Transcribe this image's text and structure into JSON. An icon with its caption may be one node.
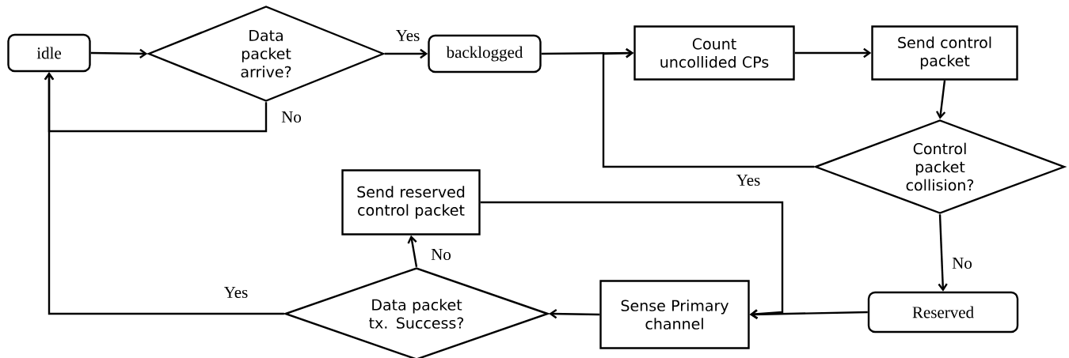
{
  "diagram": {
    "nodes": [
      {
        "text": [
          "idle"
        ]
      },
      {
        "text": [
          "Data packet arrive?"
        ]
      },
      {
        "text": [
          "backlogged"
        ]
      },
      {
        "text": [
          "Count uncollided CPs"
        ]
      },
      {
        "text": [
          "Send control packet"
        ]
      },
      {
        "text": [
          "Control packet collision?"
        ]
      },
      {
        "text": [
          "Reserved"
        ]
      },
      {
        "text": [
          "Sense Primary channel"
        ]
      },
      {
        "text": [
          "Data packet tx. Success?"
        ]
      },
      {
        "text": [
          "Send reserved control packet"
        ]
      }
    ],
    "edges": [
      {
        "from": 0,
        "to": 1,
        "arrow": "to"
      },
      {
        "from": 1,
        "to": 2,
        "arrow": "to",
        "label": "Yes"
      },
      {
        "from": 1,
        "to": 0,
        "arrow": "to",
        "label": "No"
      },
      {
        "from": 2,
        "to": 3,
        "arrow": "to"
      },
      {
        "from": 3,
        "to": 4,
        "arrow": "to"
      },
      {
        "from": 4,
        "to": 5,
        "arrow": "to"
      },
      {
        "from": 5,
        "to": 3,
        "arrow": "to",
        "label": "Yes"
      },
      {
        "from": 5,
        "to": 6,
        "arrow": "to",
        "label": "No"
      },
      {
        "from": 6,
        "to": 7,
        "arrow": "to"
      },
      {
        "from": 9,
        "to": 7,
        "arrow": "to"
      },
      {
        "from": 7,
        "to": 8,
        "arrow": "to"
      },
      {
        "from": 8,
        "to": 9,
        "arrow": "to",
        "label": "No"
      },
      {
        "from": 8,
        "to": 0,
        "arrow": "to",
        "label": "Yes"
      }
    ]
  }
}
